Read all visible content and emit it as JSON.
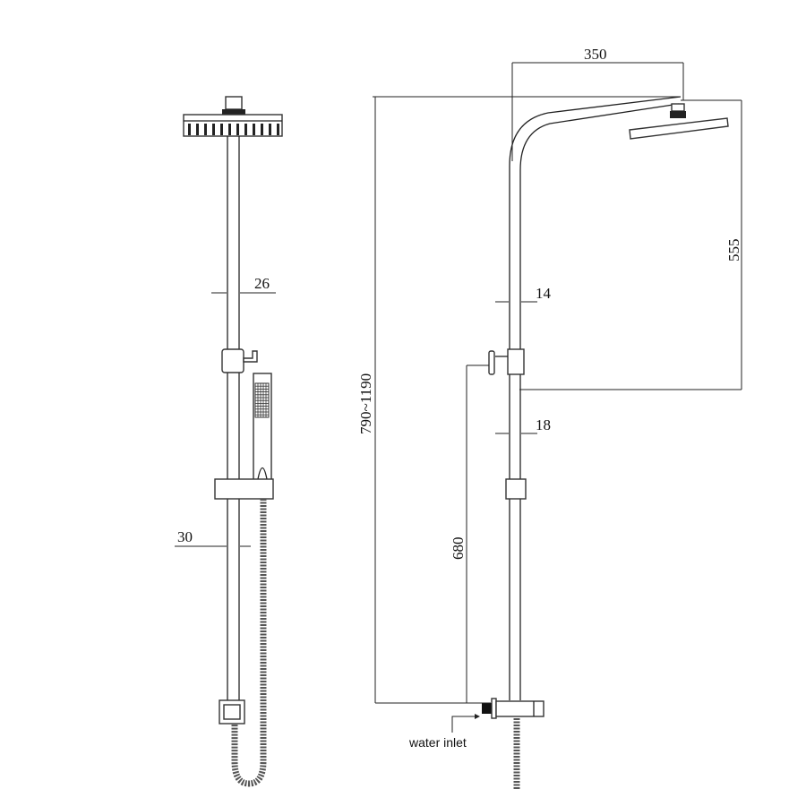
{
  "dimensions": {
    "arm_length": "350",
    "head_drop": "555",
    "upper_pipe_dia_side": "14",
    "lower_pipe_dia_side": "18",
    "diverter_height": "680",
    "total_height": "790~1190",
    "upper_pipe_dia_front": "26",
    "lower_pipe_dia_front": "30"
  },
  "labels": {
    "water_inlet": "water inlet"
  },
  "colors": {
    "line": "#222222",
    "background": "#ffffff"
  }
}
